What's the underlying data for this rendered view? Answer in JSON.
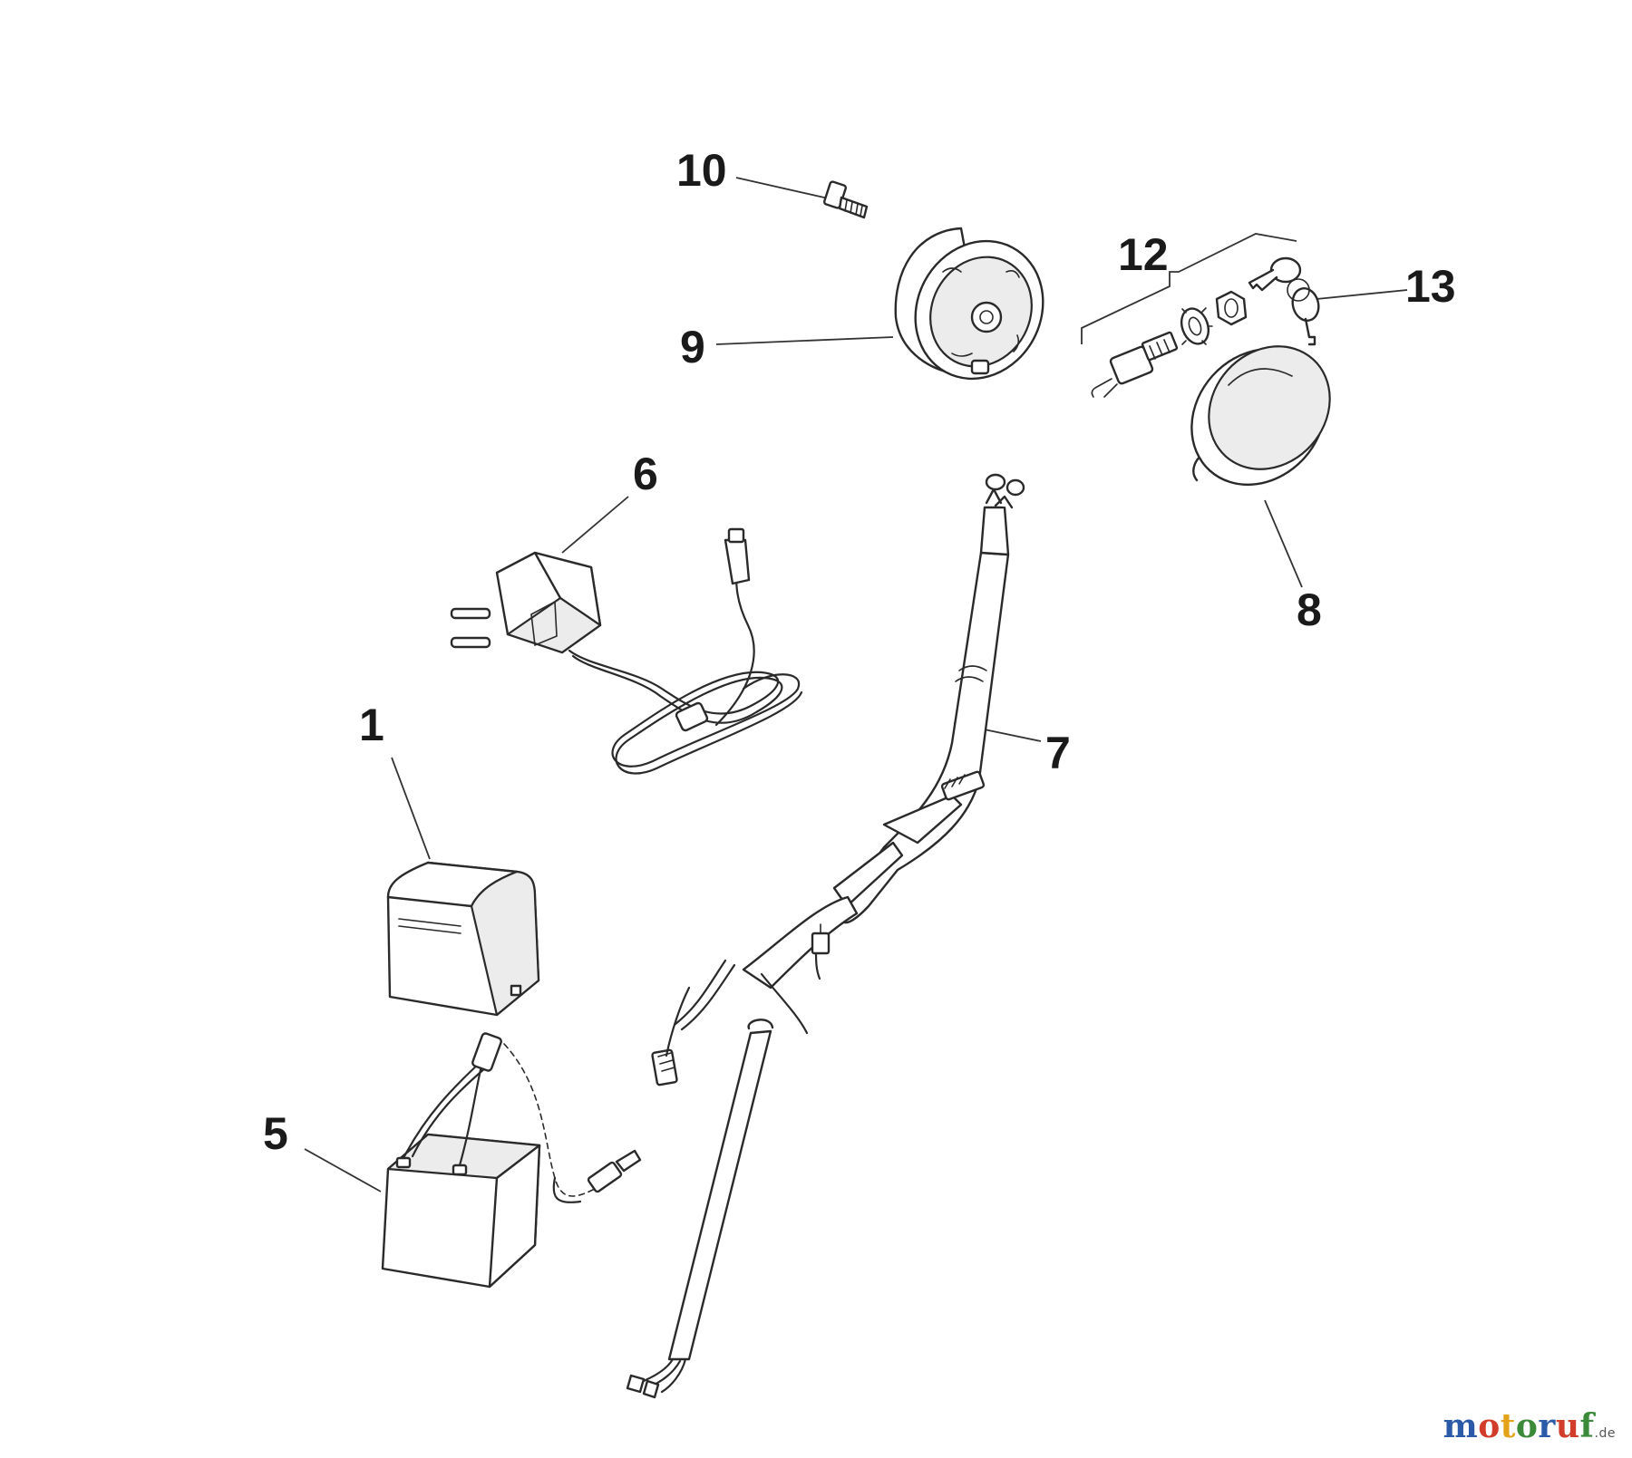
{
  "callouts": {
    "c1": "1",
    "c5": "5",
    "c6": "6",
    "c7": "7",
    "c8": "8",
    "c9": "9",
    "c10": "10",
    "c12": "12",
    "c13": "13"
  },
  "watermark": {
    "letters": [
      "m",
      "o",
      "t",
      "o",
      "r",
      "u",
      "f"
    ],
    "colors": [
      "#2b5aa8",
      "#d23c2a",
      "#e3a21a",
      "#3a8a3a",
      "#2b5aa8",
      "#d23c2a",
      "#3a8a3a"
    ],
    "tld": ".de"
  }
}
